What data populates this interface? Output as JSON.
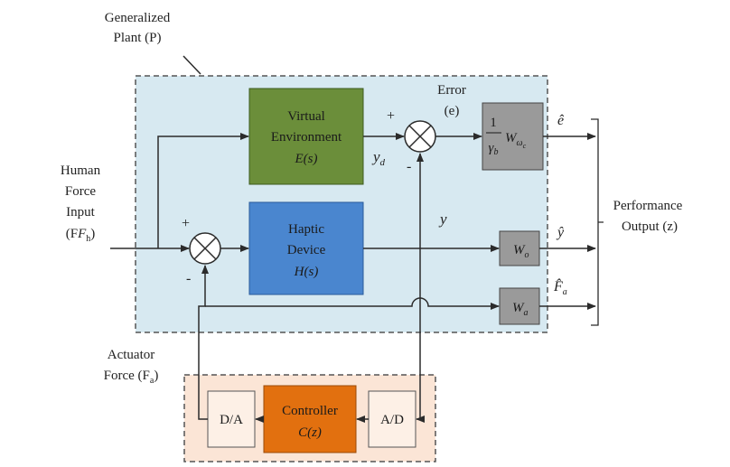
{
  "labels": {
    "plant_line1": "Generalized",
    "plant_line2": "Plant (P)",
    "human_line1": "Human",
    "human_line2": "Force",
    "human_line3": "Input",
    "human_fh": "(F",
    "human_fh_sub": "h",
    "human_fh_close": ")",
    "actuator_line1": "Actuator",
    "actuator_line2": "Force (F",
    "actuator_sub": "a",
    "actuator_close": ")",
    "error_line1": "Error",
    "error_line2": "(e)",
    "perf_line1": "Performance",
    "perf_line2": "Output (z)",
    "yd": "y",
    "yd_sub": "d",
    "y": "y",
    "ehat": "ê",
    "yhat": "ŷ",
    "fahat": "F̂",
    "fahat_sub": "a"
  },
  "blocks": {
    "virtual_env": {
      "line1": "Virtual",
      "line2": "Environment",
      "line3": "E(s)",
      "color": "#6b8e3a"
    },
    "haptic": {
      "line1": "Haptic",
      "line2": "Device",
      "line3": "H(s)",
      "color": "#4a86cf"
    },
    "controller": {
      "line1": "Controller",
      "line2": "C(z)",
      "color": "#e2700f"
    },
    "da": {
      "label": "D/A"
    },
    "ad": {
      "label": "A/D"
    },
    "w_omega": {
      "num": "1",
      "den": "γ",
      "den_sub": "b",
      "w": "W",
      "w_sub": "ω",
      "w_subsub": "c"
    },
    "wo": {
      "w": "W",
      "sub": "o"
    },
    "wa": {
      "w": "W",
      "sub": "a"
    }
  },
  "signs": {
    "sum1_plus": "+",
    "sum1_minus": "-",
    "sum2_plus": "+",
    "sum2_minus": "-"
  },
  "colors": {
    "plant_bg": "#d7e9f1",
    "plant_border": "#555555",
    "controller_region_bg": "#fbe5d6",
    "weight_block": "#9a9a9a"
  }
}
